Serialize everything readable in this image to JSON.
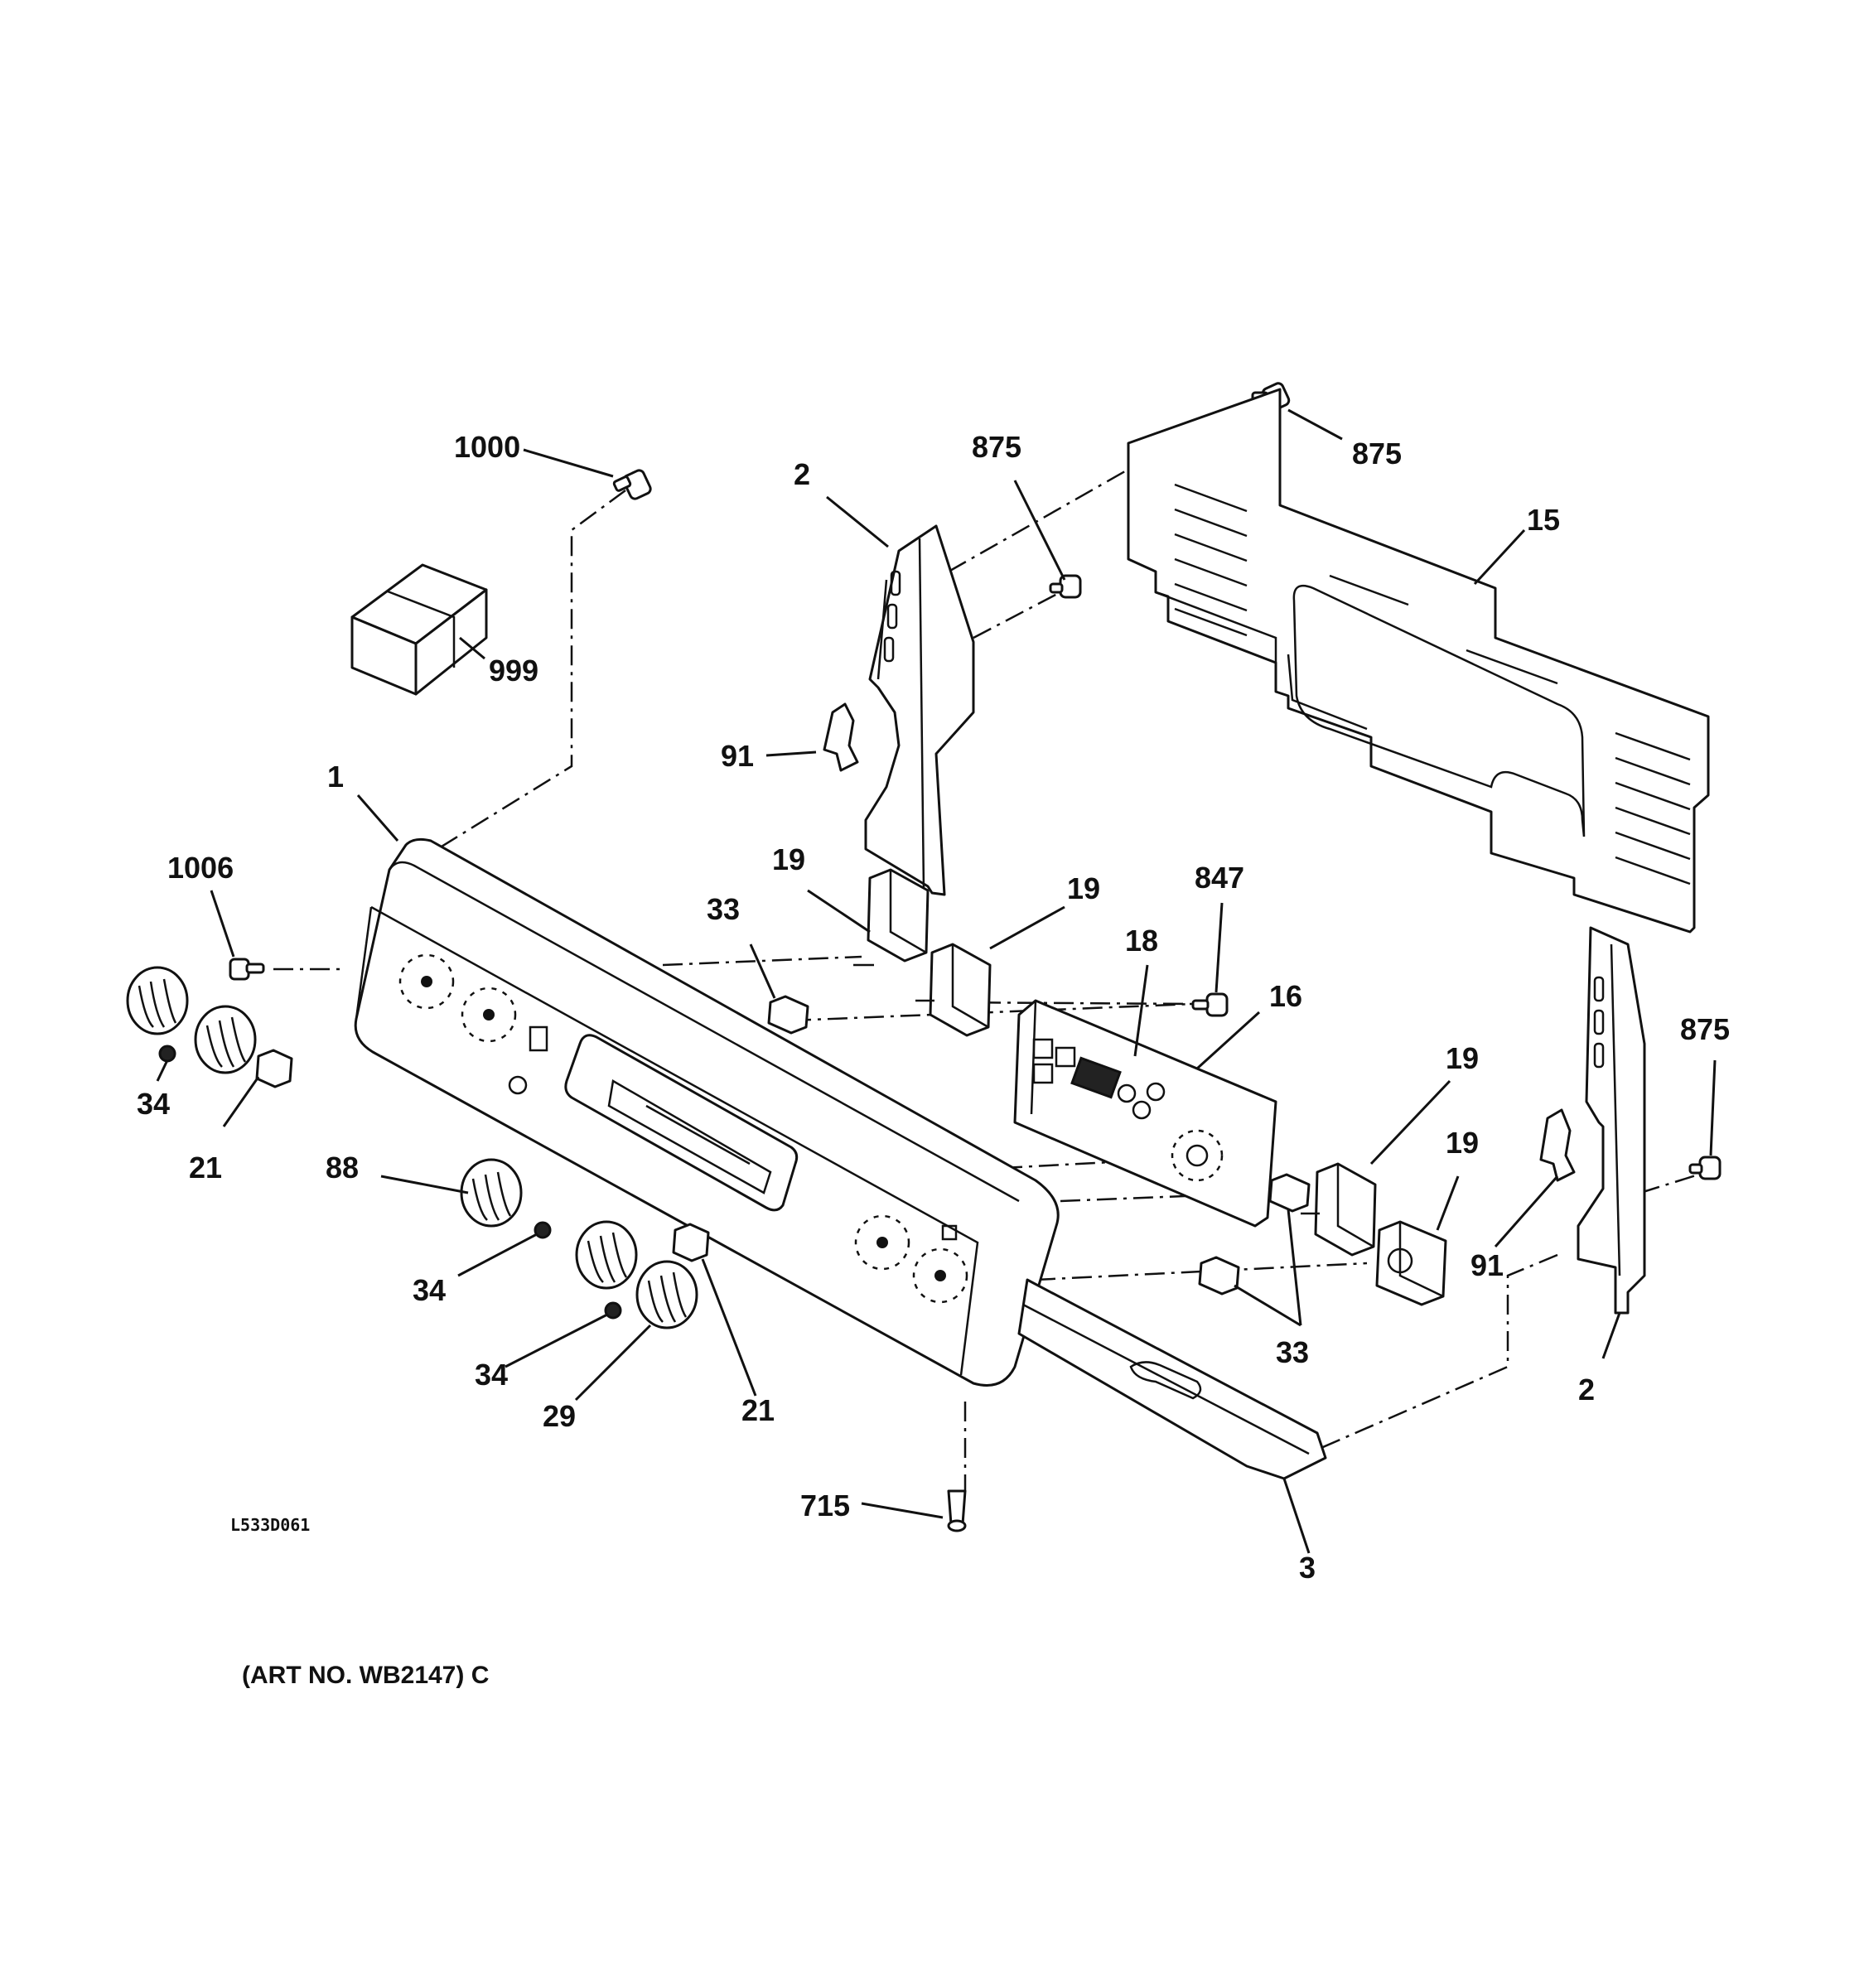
{
  "callouts": [
    {
      "id": "c1000",
      "label": "1000"
    },
    {
      "id": "c999",
      "label": "999"
    },
    {
      "id": "c2a",
      "label": "2"
    },
    {
      "id": "c875a",
      "label": "875"
    },
    {
      "id": "c875b",
      "label": "875"
    },
    {
      "id": "c15",
      "label": "15"
    },
    {
      "id": "c91a",
      "label": "91"
    },
    {
      "id": "c1",
      "label": "1"
    },
    {
      "id": "c1006",
      "label": "1006"
    },
    {
      "id": "c33a",
      "label": "33"
    },
    {
      "id": "c19a",
      "label": "19"
    },
    {
      "id": "c19b",
      "label": "19"
    },
    {
      "id": "c847",
      "label": "847"
    },
    {
      "id": "c18",
      "label": "18"
    },
    {
      "id": "c16",
      "label": "16"
    },
    {
      "id": "c875c",
      "label": "875"
    },
    {
      "id": "c34a",
      "label": "34"
    },
    {
      "id": "c21a",
      "label": "21"
    },
    {
      "id": "c19c",
      "label": "19"
    },
    {
      "id": "c19d",
      "label": "19"
    },
    {
      "id": "c88",
      "label": "88"
    },
    {
      "id": "c91b",
      "label": "91"
    },
    {
      "id": "c34b",
      "label": "34"
    },
    {
      "id": "c33b",
      "label": "33"
    },
    {
      "id": "c2b",
      "label": "2"
    },
    {
      "id": "c34c",
      "label": "34"
    },
    {
      "id": "c29",
      "label": "29"
    },
    {
      "id": "c21b",
      "label": "21"
    },
    {
      "id": "c715",
      "label": "715"
    },
    {
      "id": "c3",
      "label": "3"
    }
  ],
  "drawing_code": "L533D061",
  "art_number": "(ART NO. WB2147) C"
}
